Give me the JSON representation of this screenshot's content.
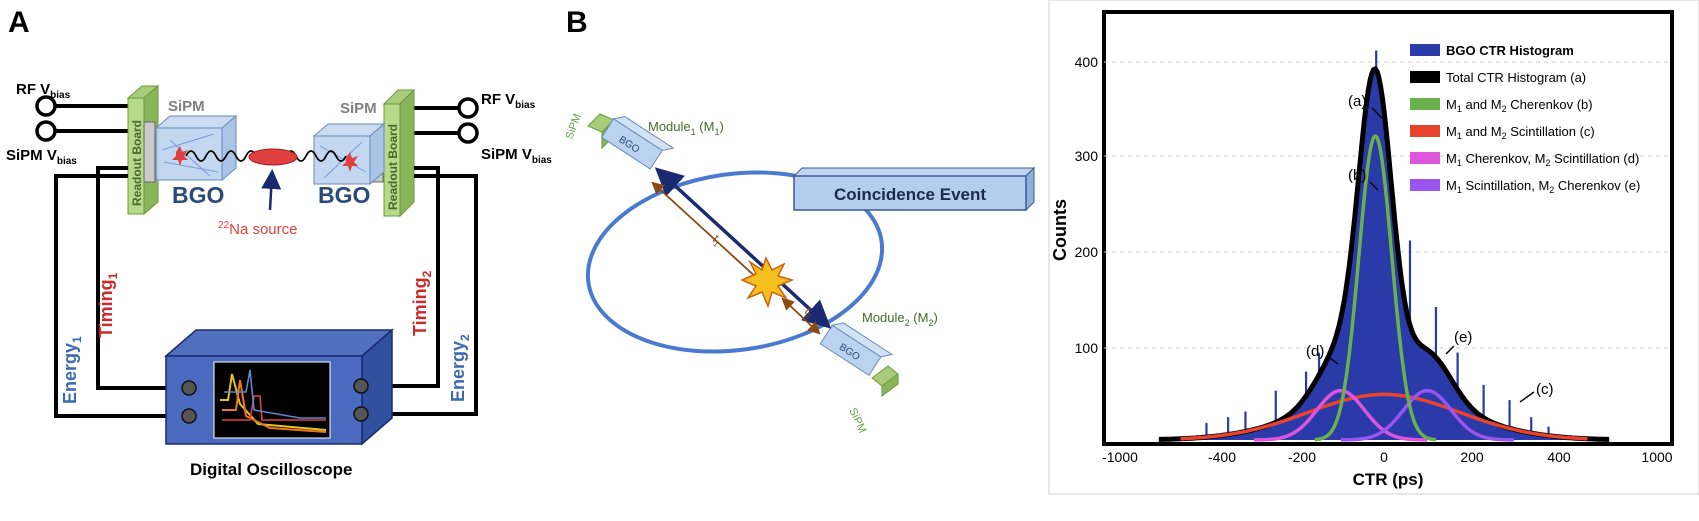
{
  "panel_a": {
    "letter": "A",
    "rf_vbias_left": {
      "main": "RF V",
      "sub": "bias"
    },
    "sipm_vbias_left": {
      "main": "SiPM V",
      "sub": "bias"
    },
    "rf_vbias_right": {
      "main": "RF V",
      "sub": "bias"
    },
    "sipm_vbias_right": {
      "main": "SiPM V",
      "sub": "bias"
    },
    "sipm_left": "SiPM",
    "sipm_right": "SiPM",
    "readout_left": "Readout Board",
    "readout_right": "Readout Board",
    "bgo_left": "BGO",
    "bgo_right": "BGO",
    "source": {
      "sup": "22",
      "main": "Na source"
    },
    "timing1": {
      "main": "Timing",
      "sub": "1"
    },
    "timing2": {
      "main": "Timing",
      "sub": "2"
    },
    "energy1": {
      "main": "Energy",
      "sub": "1"
    },
    "energy2": {
      "main": "Energy",
      "sub": "2"
    },
    "oscilloscope": "Digital Oscilloscope"
  },
  "panel_b": {
    "letter": "B",
    "module1": {
      "main": "Module",
      "sub": "1",
      "suffix": " (M",
      "sub2": "1",
      "end": ")"
    },
    "module2": {
      "main": "Module",
      "sub": "2",
      "suffix": " (M",
      "sub2": "2",
      "end": ")"
    },
    "bgo_top": "BGO",
    "bgo_bottom": "BGO",
    "sipm_top": "SiPM",
    "sipm_bottom": "SiPM",
    "coincidence": "Coincidence Event",
    "t1": {
      "main": "t",
      "sub": "1"
    },
    "t2": {
      "main": "t",
      "sub": "2"
    }
  },
  "panel_c": {
    "ylabel": "Counts",
    "xlabel": "CTR (ps)",
    "x_ticks": [
      "-1000",
      "-400",
      "-200",
      "0",
      "200",
      "400",
      "1000"
    ],
    "y_ticks": [
      "100",
      "200",
      "300",
      "400"
    ],
    "legend": [
      {
        "color": "#2a3aa8",
        "label": "BGO CTR Histogram",
        "bold": true
      },
      {
        "color": "#000000",
        "label": "Total CTR Histogram (a)"
      },
      {
        "color": "#6ab04c",
        "parts": [
          "M",
          "1",
          " and M",
          "2",
          " Cherenkov (b)"
        ]
      },
      {
        "color": "#e8432e",
        "parts": [
          "M",
          "1",
          " and M",
          "2",
          " Scintillation (c)"
        ]
      },
      {
        "color": "#dd55dd",
        "parts": [
          "M",
          "1",
          " Cherenkov, M",
          "2",
          " Scintillation (d)"
        ]
      },
      {
        "color": "#9955ee",
        "parts": [
          "M",
          "1",
          " Scintillation, M",
          "2",
          " Cherenkov (e)"
        ]
      }
    ],
    "annotations": [
      "(a)",
      "(b)",
      "(c)",
      "(d)",
      "(e)"
    ],
    "colors": {
      "histogram": "#2a3aa8",
      "total": "#000000",
      "cherenkov": "#6ab04c",
      "scint": "#e8432e",
      "d": "#dd55dd",
      "e": "#9955ee"
    }
  }
}
